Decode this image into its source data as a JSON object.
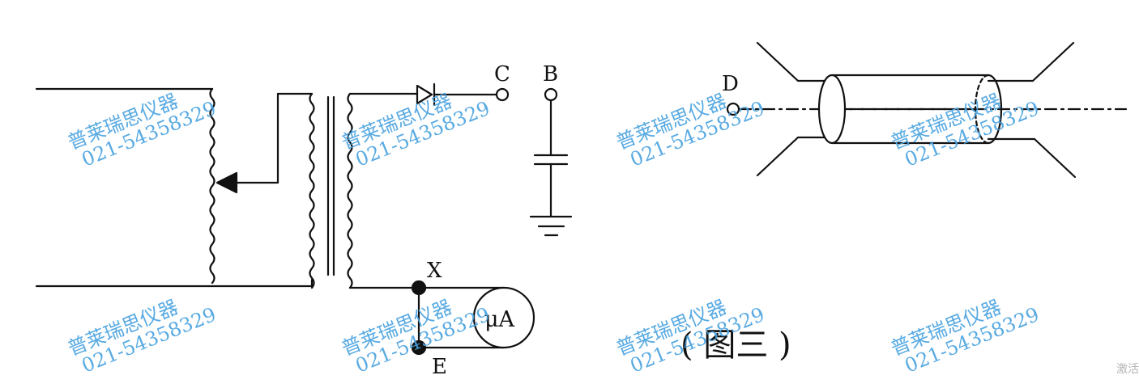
{
  "diagram": {
    "caption": "( 图三 )",
    "labels": {
      "c": "C",
      "b": "B",
      "d": "D",
      "x": "X",
      "e": "E",
      "meter": "μA"
    }
  },
  "watermark": {
    "company": "普莱瑞思仪器",
    "phone": "021-54358329",
    "color": "#4aa3e0"
  },
  "overlay": {
    "activate_text": "激活"
  },
  "colors": {
    "line": "#111111",
    "background": "#ffffff"
  }
}
